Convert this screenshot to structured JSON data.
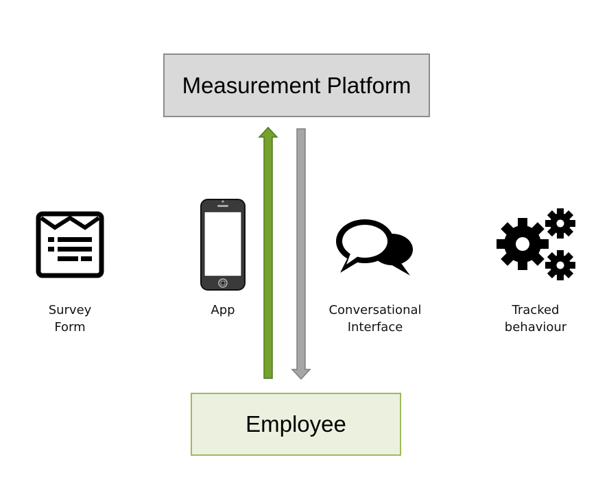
{
  "platform_label": "Measurement Platform",
  "employee_label": "Employee",
  "channels": [
    {
      "label": "Survey\nForm",
      "icon": "survey-form-icon"
    },
    {
      "label": "App",
      "icon": "smartphone-icon"
    },
    {
      "label": "Conversational\nInterface",
      "icon": "speech-bubbles-icon"
    },
    {
      "label": "Tracked\nbehaviour",
      "icon": "gears-icon"
    }
  ],
  "colors": {
    "platform_fill": "#d9d9d9",
    "employee_fill": "#ebf1de",
    "up_arrow": "#77a12e",
    "down_arrow": "#a6a6a6"
  }
}
